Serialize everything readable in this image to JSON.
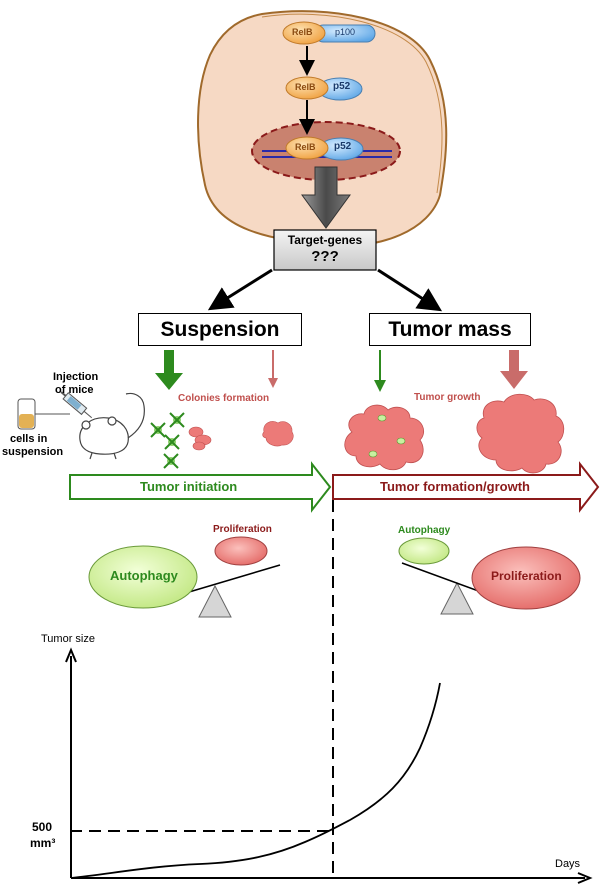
{
  "cell": {
    "top_complex": {
      "relb": "RelB",
      "partner": "p100"
    },
    "mid_complex": {
      "relb": "RelB",
      "partner": "p52"
    },
    "nuclear_complex": {
      "relb": "RelB",
      "partner": "p52"
    }
  },
  "target_genes": {
    "line1": "Target-genes",
    "line2": "???"
  },
  "suspension": {
    "title": "Suspension",
    "injection_label_1": "Injection",
    "injection_label_2": "of mice",
    "cells_label_1": "cells in",
    "cells_label_2": "suspension",
    "colonies_label": "Colonies formation"
  },
  "tumor_mass": {
    "title": "Tumor mass",
    "growth_label": "Tumor growth"
  },
  "phases": {
    "initiation": "Tumor initiation",
    "formation": "Tumor formation/growth"
  },
  "balance_left": {
    "big": "Autophagy",
    "small": "Proliferation"
  },
  "balance_right": {
    "big": "Proliferation",
    "small": "Autophagy"
  },
  "graph": {
    "ylabel": "Tumor size",
    "xlabel": "Days",
    "threshold_value": "500",
    "threshold_unit": "mm³"
  },
  "colors": {
    "cell_fill": "#f6d9c4",
    "cell_border": "#a06a2c",
    "nucleus_fill": "#c9826f",
    "relb": "#f6b25c",
    "partner": "#7fbdee",
    "green": "#2d8a1e",
    "dark_red": "#8b1a1a",
    "tumor_pink": "#ec7a78"
  }
}
